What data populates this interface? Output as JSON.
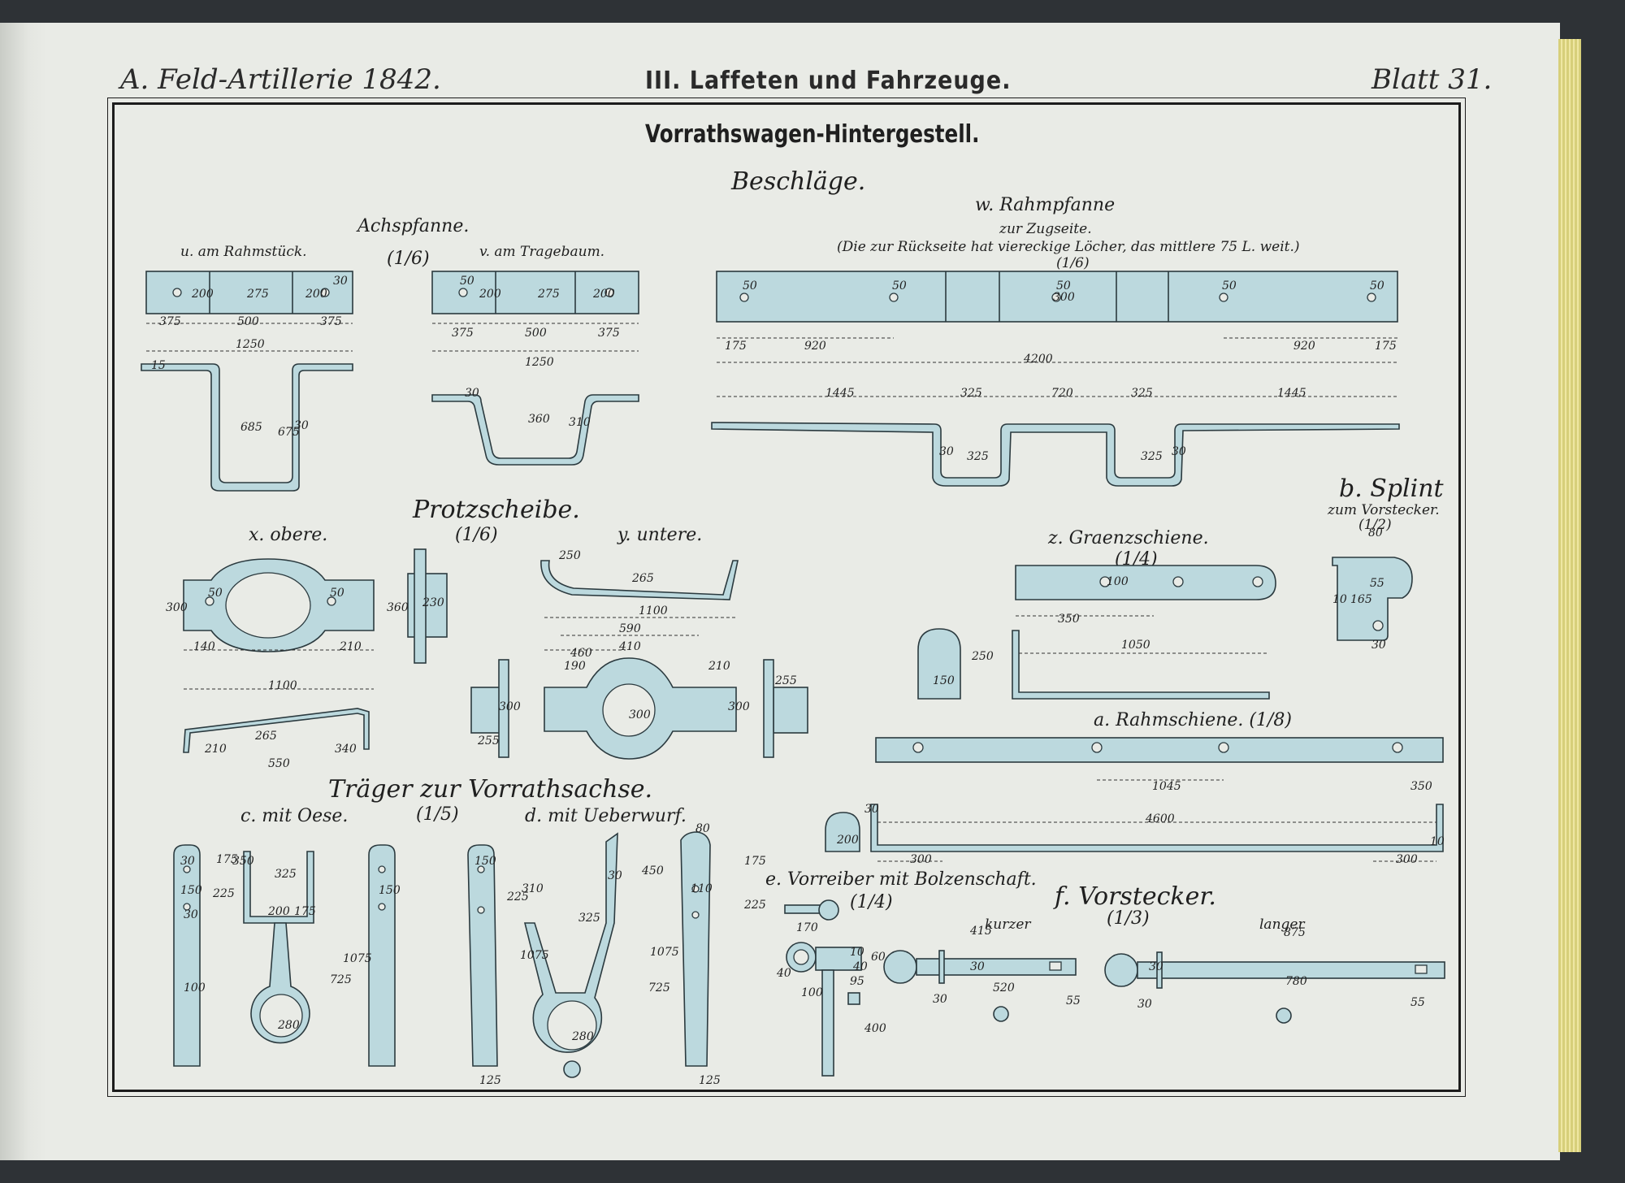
{
  "header": {
    "left": "A. Feld-Artillerie 1842.",
    "center": "III. Laffeten und Fahrzeuge.",
    "right": "Blatt 31."
  },
  "plate": {
    "title": "Vorrathswagen-Hintergestell.",
    "subtitle": "Beschläge.",
    "sections": {
      "achspfanne": "Achspfanne.",
      "achspfanne_scale": "(1/6)",
      "u": "u. am Rahmstück.",
      "v": "v. am Tragebaum.",
      "rahmpfanne": "w. Rahmpfanne",
      "rahmpfanne_sub": "zur Zugseite.",
      "rahmpfanne_note": "(Die zur Rückseite hat viereckige Löcher, das mittlere 75 L. weit.)",
      "rahmpfanne_scale": "(1/6)",
      "protzscheibe": "Protzscheibe.",
      "protzscheibe_scale": "(1/6)",
      "x": "x. obere.",
      "y": "y. untere.",
      "splint": "b. Splint",
      "splint_sub": "zum Vorstecker.",
      "splint_scale": "(1/2)",
      "graenzschiene": "z. Graenzschiene.",
      "graenzschiene_scale": "(1/4)",
      "rahmschiene": "a. Rahmschiene. (1/8)",
      "traeger": "Träger zur Vorrathsachse.",
      "traeger_scale": "(1/5)",
      "c": "c. mit Oese.",
      "d": "d. mit Ueberwurf.",
      "vorreiber": "e. Vorreiber mit Bolzenschaft.",
      "vorreiber_scale": "(1/4)",
      "vorstecker": "f. Vorstecker.",
      "vorstecker_scale": "(1/3)",
      "kurzer": "kurzer",
      "langer": "langer"
    }
  },
  "dimensions": {
    "u_top": [
      "30",
      "200",
      "275",
      "200"
    ],
    "u_bottom": [
      "375",
      "500",
      "375"
    ],
    "u_total": "1250",
    "u_depth": [
      "685",
      "675",
      "30",
      "15"
    ],
    "v_top": [
      "50",
      "200",
      "275",
      "200"
    ],
    "v_bottom": [
      "375",
      "500",
      "375"
    ],
    "v_total": "1250",
    "v_depth": [
      "360",
      "310",
      "30"
    ],
    "w_top": [
      "50",
      "50",
      "50",
      "300",
      "50",
      "50"
    ],
    "w_marks": [
      "175",
      "920",
      "920",
      "175"
    ],
    "w_total": "4200",
    "w_lower": [
      "1445",
      "325",
      "720",
      "325",
      "1445"
    ],
    "w_depth": [
      "325",
      "325",
      "30",
      "30"
    ],
    "x_vals": [
      "300",
      "360",
      "230",
      "50",
      "50",
      "140",
      "210",
      "1100"
    ],
    "x_lower": [
      "210",
      "265",
      "340",
      "550"
    ],
    "y_vals": [
      "250",
      "265",
      "1100",
      "590",
      "410",
      "460",
      "190",
      "210",
      "255",
      "255",
      "300",
      "300",
      "300"
    ],
    "z_vals": [
      "100",
      "350",
      "1050",
      "250",
      "150"
    ],
    "b_vals": [
      "80",
      "55",
      "165",
      "30",
      "10"
    ],
    "a_vals": [
      "1045",
      "350",
      "4600",
      "300",
      "300",
      "200",
      "30",
      "10"
    ],
    "c_vals": [
      "30",
      "150",
      "175",
      "225",
      "350",
      "325",
      "200",
      "175",
      "30",
      "725",
      "1075",
      "280",
      "100",
      "150"
    ],
    "d_vals": [
      "150",
      "225",
      "310",
      "1075",
      "325",
      "450",
      "1075",
      "725",
      "280",
      "30",
      "80",
      "110",
      "175",
      "225",
      "125",
      "125"
    ],
    "e_vals": [
      "170",
      "10",
      "40",
      "60",
      "40",
      "95",
      "100",
      "400"
    ],
    "f_short": [
      "415",
      "30",
      "30",
      "520",
      "55"
    ],
    "f_long": [
      "875",
      "30",
      "780",
      "30",
      "55"
    ]
  }
}
